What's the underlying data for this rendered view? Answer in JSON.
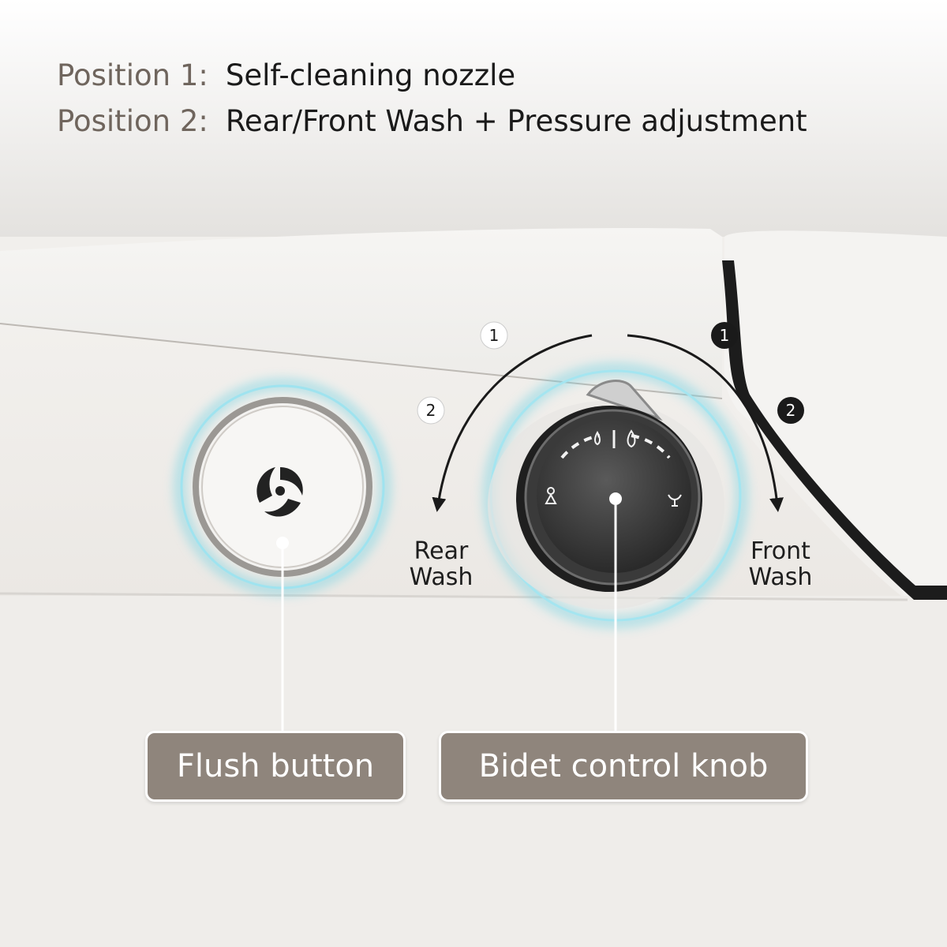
{
  "header": {
    "lines": [
      {
        "label": "Position 1:",
        "text": "Self-cleaning nozzle"
      },
      {
        "label": "Position 2:",
        "text": "Rear/Front Wash + Pressure adjustment"
      }
    ]
  },
  "knob_rotation": {
    "marker_1": "1",
    "marker_2": "2",
    "left_direction_label": "Rear\nWash",
    "right_direction_label": "Front\nWash"
  },
  "callouts": {
    "flush": "Flush button",
    "bidet": "Bidet control knob"
  },
  "colors": {
    "label_brown": "#6f655d",
    "callout_fill": "#8f857c",
    "glow_ring": "#74d3e3",
    "toilet_body": "#efedea",
    "knob_dark": "#2c2c2c"
  },
  "icons": {
    "flush_button": "swirl-icon",
    "rear_wash": "rear-wash-figure-icon",
    "front_wash": "front-wash-figure-icon",
    "pressure": "water-drop-icon"
  }
}
